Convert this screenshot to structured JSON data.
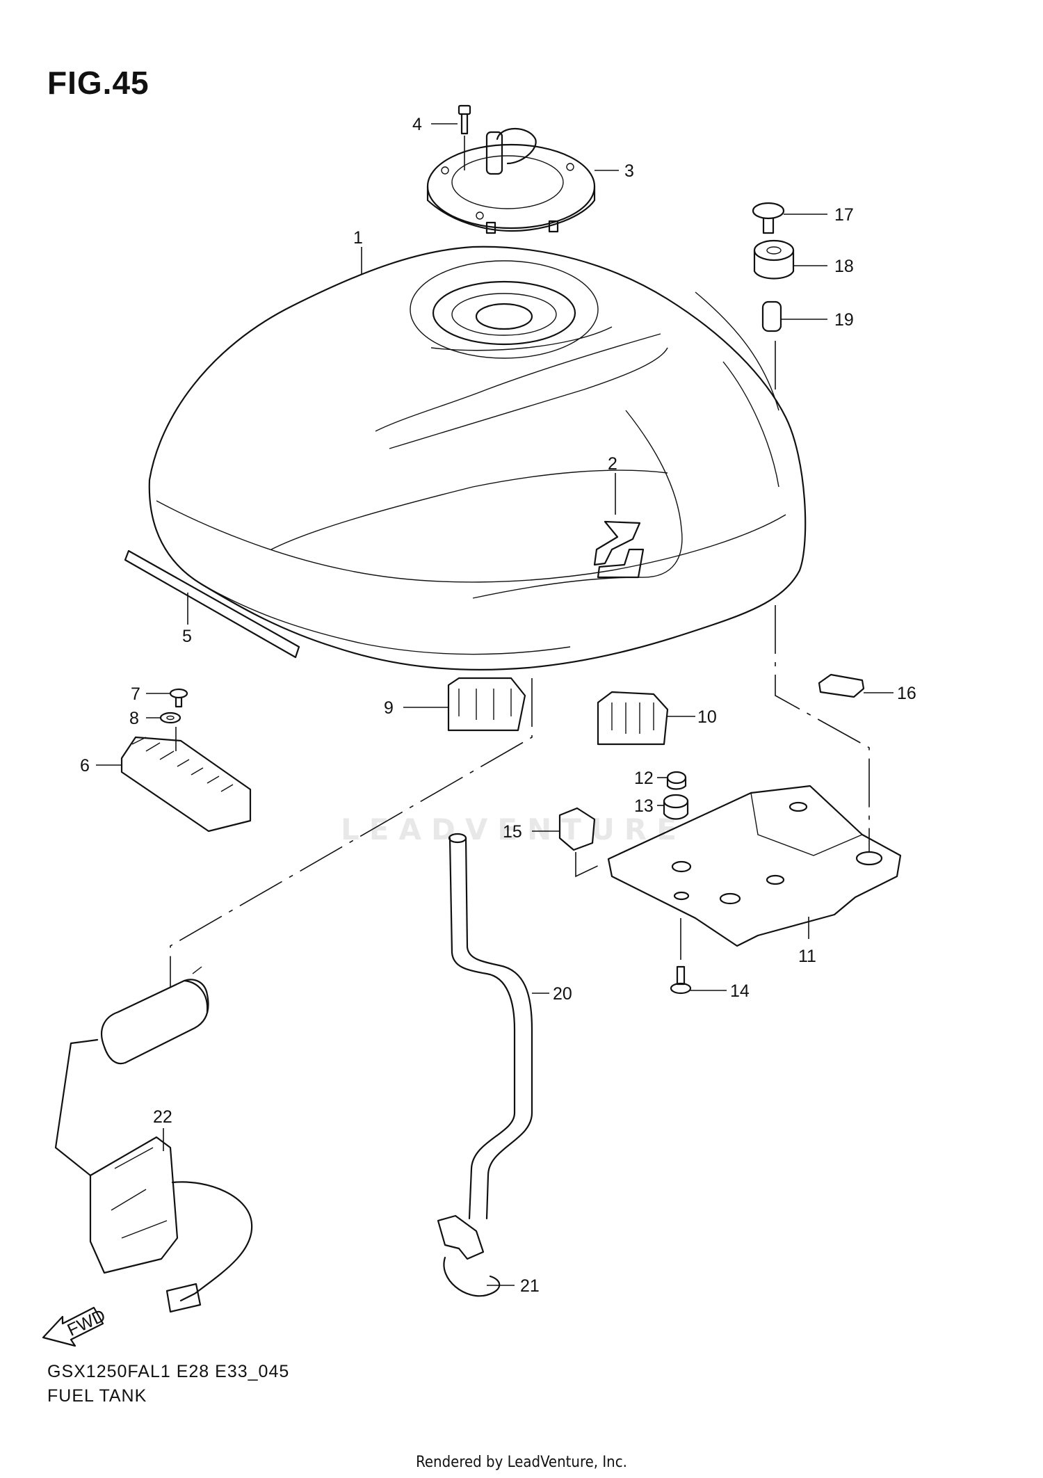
{
  "figure": {
    "title": "FIG.45"
  },
  "footer": {
    "model_code": "GSX1250FAL1 E28 E33_045",
    "diagram_name": "FUEL TANK",
    "credit": "Rendered by LeadVenture, Inc."
  },
  "watermark": {
    "text": "LEADVENTURE"
  },
  "fwd_label": "FWD",
  "callouts": {
    "c1": "1",
    "c2": "2",
    "c3": "3",
    "c4": "4",
    "c5": "5",
    "c6": "6",
    "c7": "7",
    "c8": "8",
    "c9": "9",
    "c10": "10",
    "c11": "11",
    "c12": "12",
    "c13": "13",
    "c14": "14",
    "c15": "15",
    "c16": "16",
    "c17": "17",
    "c18": "18",
    "c19": "19",
    "c20": "20",
    "c21": "21",
    "c22": "22"
  }
}
